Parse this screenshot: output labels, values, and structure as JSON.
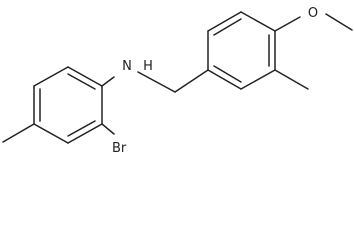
{
  "molecule": {
    "atom_labels": {
      "amine": "N",
      "amine_hydrogen": "H",
      "bromine": "Br",
      "ether_oxygen": "O"
    }
  },
  "colors": {
    "bond": "#222222",
    "background": "#ffffff"
  }
}
